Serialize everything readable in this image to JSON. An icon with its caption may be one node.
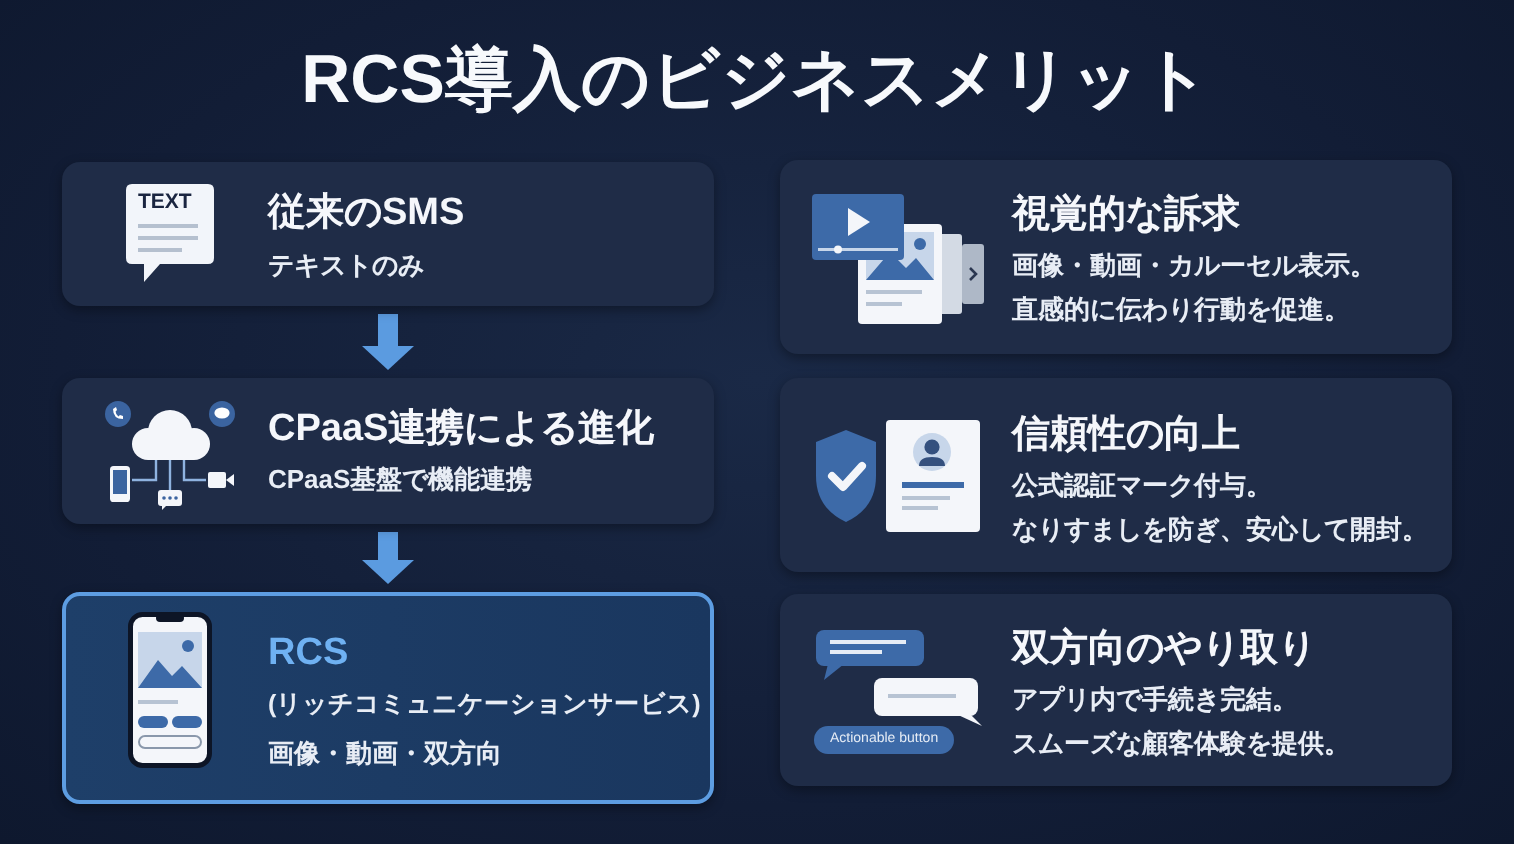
{
  "diagram": {
    "title": "RCS導入のビジネスメリット",
    "nodes": [
      {
        "text": [
          "従来のSMS",
          "テキストのみ"
        ]
      },
      {
        "text": [
          "CPaaS連携による進化",
          "CPaaS基盤で機能連携"
        ]
      },
      {
        "text": [
          "RCS",
          "(リッチコミュニケーションサービス)",
          "画像・動画・双方向"
        ]
      },
      {
        "text": [
          "視覚的な訴求",
          "画像・動画・カルーセル表示。",
          "直感的に伝わり行動を促進。"
        ]
      },
      {
        "text": [
          "信頼性の向上",
          "公式認証マーク付与。",
          "なりすましを防ぎ、安心して開封。"
        ]
      },
      {
        "text": [
          "双方向のやり取り",
          "アプリ内で手続き完結。",
          "スムーズな顧客体験を提供。"
        ]
      }
    ],
    "edges": [
      {
        "from": 0,
        "to": 1,
        "arrow": "to"
      },
      {
        "from": 1,
        "to": 2,
        "arrow": "to"
      }
    ],
    "labels": [
      "TEXT",
      "Actionable button"
    ]
  }
}
